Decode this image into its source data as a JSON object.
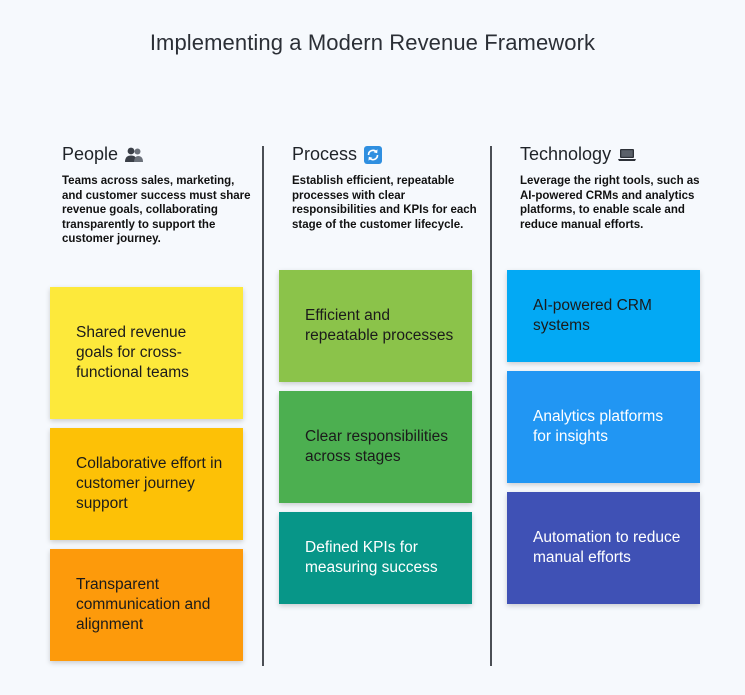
{
  "title": "Implementing a Modern Revenue Framework",
  "columns": [
    {
      "heading": "People",
      "icon": "people-icon",
      "description": "Teams across sales, marketing, and customer success must share revenue goals, collaborating transparently to support the customer journey.",
      "cards": [
        {
          "label": "Shared revenue goals for cross-functional teams",
          "color": "#fde93b"
        },
        {
          "label": "Collaborative effort in customer journey support",
          "color": "#fdc106"
        },
        {
          "label": "Transparent communication and alignment",
          "color": "#fd9a0b"
        }
      ]
    },
    {
      "heading": "Process",
      "icon": "refresh-icon",
      "description": "Establish efficient, repeatable processes with clear responsibilities and KPIs for each stage of the customer lifecycle.",
      "cards": [
        {
          "label": "Efficient and repeatable processes",
          "color": "#8bc34a"
        },
        {
          "label": "Clear responsibilities across stages",
          "color": "#4caf50"
        },
        {
          "label": "Defined KPIs for measuring success",
          "color": "#079688"
        }
      ]
    },
    {
      "heading": "Technology",
      "icon": "laptop-icon",
      "description": "Leverage the right tools, such as AI-powered CRMs and analytics platforms, to enable scale and reduce manual efforts.",
      "cards": [
        {
          "label": "AI-powered CRM systems",
          "color": "#03a9f4"
        },
        {
          "label": "Analytics platforms for insights",
          "color": "#2196f3"
        },
        {
          "label": "Automation to reduce manual efforts",
          "color": "#3f51b5"
        }
      ]
    }
  ]
}
